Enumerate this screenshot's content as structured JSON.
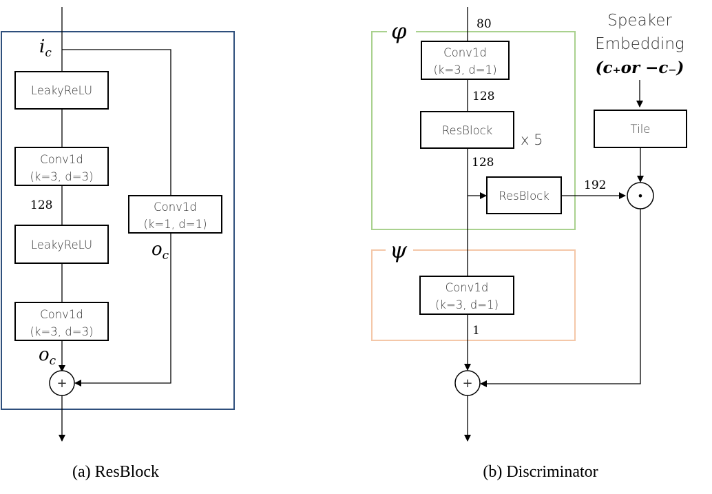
{
  "resblock": {
    "input_symbol": "i",
    "input_sub": "c",
    "leaky1": "LeakyReLU",
    "conv1_title": "Conv1d",
    "conv1_params": "(k=3, d=3)",
    "mid_dim": "128",
    "leaky2": "LeakyReLU",
    "conv2_title": "Conv1d",
    "conv2_params": "(k=3, d=3)",
    "out_symbol": "o",
    "out_sub": "c",
    "skip_title": "Conv1d",
    "skip_params": "(k=1, d=1)",
    "skip_out_symbol": "o",
    "skip_out_sub": "c",
    "plus": "+",
    "caption": "(a) ResBlock",
    "frame_color": "#2e4f7c"
  },
  "discriminator": {
    "phi": "φ",
    "psi": "ψ",
    "in_dim": "80",
    "conv_a_title": "Conv1d",
    "conv_a_params": "(k=3, d=1)",
    "dim_after_conv_a": "128",
    "resblock_stack": "ResBlock",
    "repeat": "x 5",
    "dim_after_stack": "128",
    "resblock_single": "ResBlock",
    "proj_dim": "192",
    "speaker_line1": "Speaker",
    "speaker_line2": "Embedding",
    "speaker_formula": "(c₊or −c₋)",
    "tile": "Tile",
    "dot": "•",
    "conv_b_title": "Conv1d",
    "conv_b_params": "(k=3, d=1)",
    "out_dim": "1",
    "plus": "+",
    "caption": "(b) Discriminator",
    "phi_color": "#a9d18e",
    "psi_color": "#f4c7a8"
  }
}
